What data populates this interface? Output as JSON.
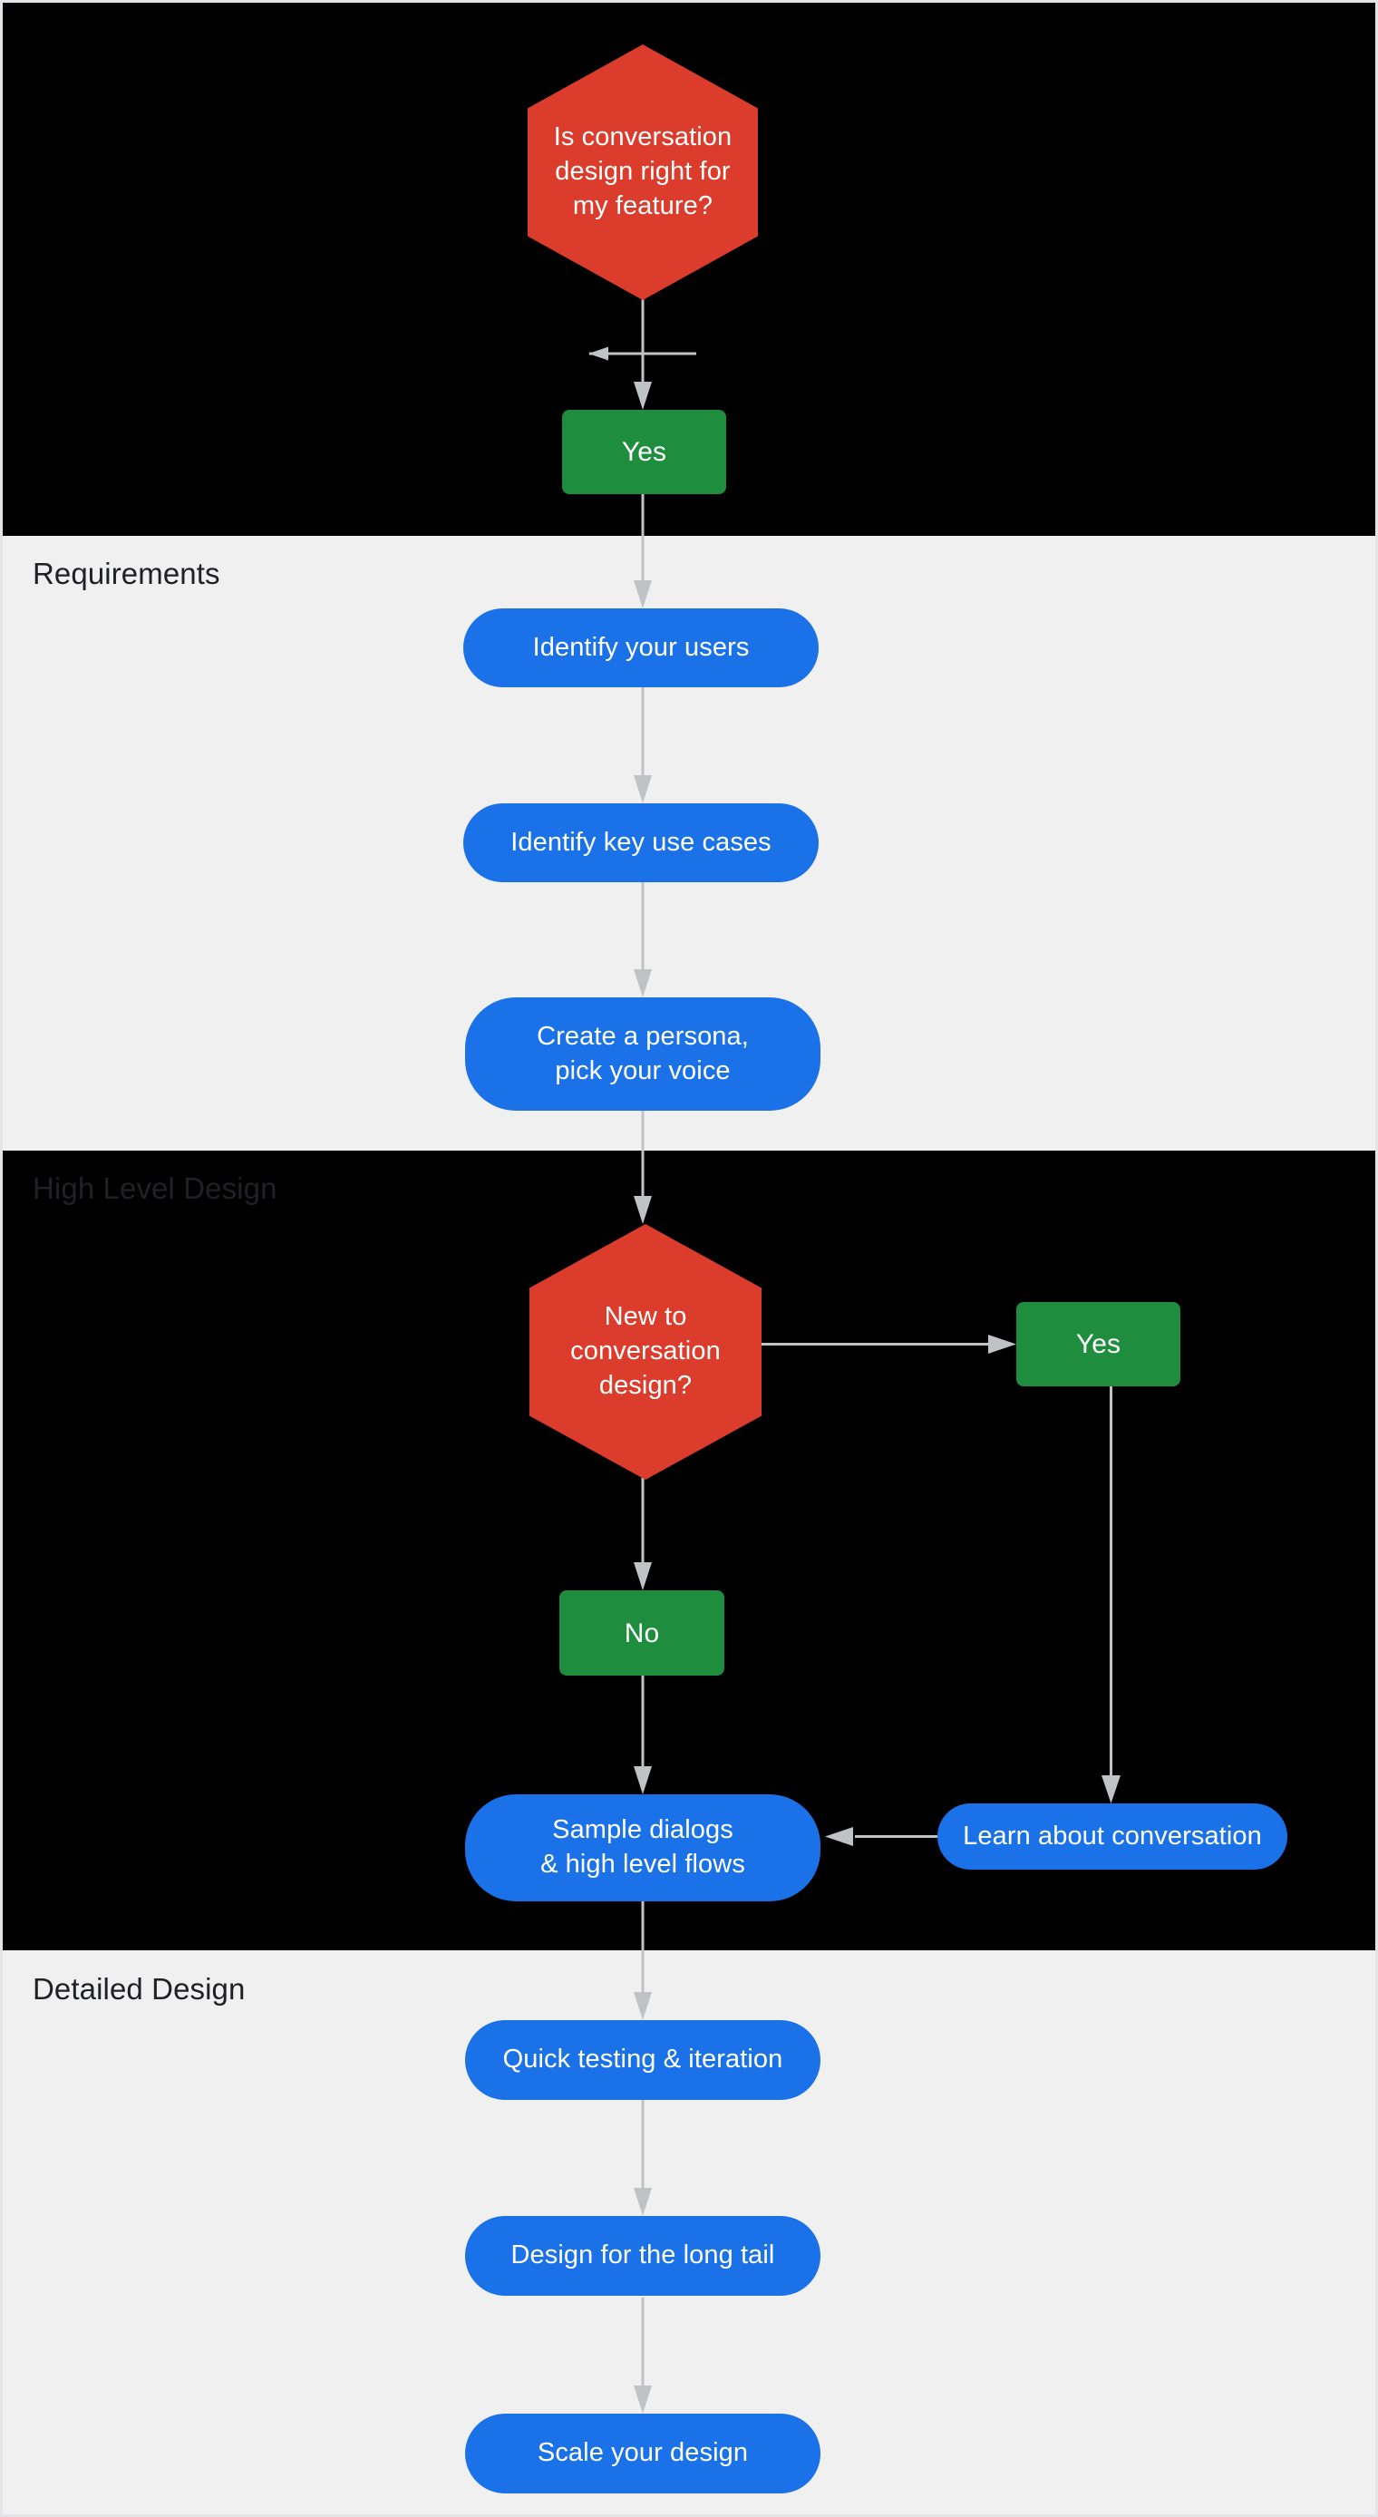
{
  "diagram": {
    "title": "Is conversation design right for my feature?",
    "palette": {
      "decision_red": "#dc3c2c",
      "answer_green": "#1e8e3e",
      "action_blue": "#1b72e8",
      "band_dark": "#000000",
      "band_light": "#f0f0f0",
      "connector_gray": "#c0c3c4",
      "label_text": "#202124",
      "node_text": "#ffffff"
    },
    "stages": [
      {
        "name": "intro",
        "label": "",
        "band": "dark"
      },
      {
        "name": "requirements",
        "label": "Requirements",
        "band": "light"
      },
      {
        "name": "high-level-design",
        "label": "High Level Design",
        "band": "dark"
      },
      {
        "name": "detailed-design",
        "label": "Detailed Design",
        "band": "light"
      }
    ],
    "nodes": [
      {
        "id": "q-right-for-feature",
        "type": "decision",
        "label": "Is conversation\ndesign right for\nmy feature?"
      },
      {
        "id": "a-yes-1",
        "type": "answer",
        "label": "Yes"
      },
      {
        "id": "identify-users",
        "type": "action",
        "label": "Identify your users"
      },
      {
        "id": "identify-use-cases",
        "type": "action",
        "label": "Identify key use cases"
      },
      {
        "id": "create-persona",
        "type": "action",
        "label": "Create a persona,\npick your voice"
      },
      {
        "id": "q-new-to-cd",
        "type": "decision",
        "label": "New to\nconversation\ndesign?"
      },
      {
        "id": "a-yes-2",
        "type": "answer",
        "label": "Yes"
      },
      {
        "id": "a-no",
        "type": "answer",
        "label": "No"
      },
      {
        "id": "learn-conversation",
        "type": "action",
        "label": "Learn about conversation"
      },
      {
        "id": "sample-dialogs",
        "type": "action",
        "label": "Sample dialogs\n& high level flows"
      },
      {
        "id": "quick-testing",
        "type": "action",
        "label": "Quick testing & iteration"
      },
      {
        "id": "long-tail",
        "type": "action",
        "label": "Design for the long tail"
      },
      {
        "id": "scale-design",
        "type": "action",
        "label": "Scale your design"
      }
    ],
    "edges": [
      {
        "from": "q-right-for-feature",
        "to": "a-yes-1",
        "direction": "down"
      },
      {
        "from": "a-yes-1",
        "to": "identify-users",
        "direction": "down"
      },
      {
        "from": "identify-users",
        "to": "identify-use-cases",
        "direction": "down"
      },
      {
        "from": "identify-use-cases",
        "to": "create-persona",
        "direction": "down"
      },
      {
        "from": "create-persona",
        "to": "q-new-to-cd",
        "direction": "down"
      },
      {
        "from": "q-new-to-cd",
        "to": "a-yes-2",
        "direction": "right"
      },
      {
        "from": "q-new-to-cd",
        "to": "a-no",
        "direction": "down"
      },
      {
        "from": "a-yes-2",
        "to": "learn-conversation",
        "direction": "down"
      },
      {
        "from": "a-no",
        "to": "sample-dialogs",
        "direction": "down"
      },
      {
        "from": "learn-conversation",
        "to": "sample-dialogs",
        "direction": "left"
      },
      {
        "from": "sample-dialogs",
        "to": "quick-testing",
        "direction": "down"
      },
      {
        "from": "quick-testing",
        "to": "long-tail",
        "direction": "down"
      },
      {
        "from": "long-tail",
        "to": "scale-design",
        "direction": "down"
      }
    ]
  }
}
